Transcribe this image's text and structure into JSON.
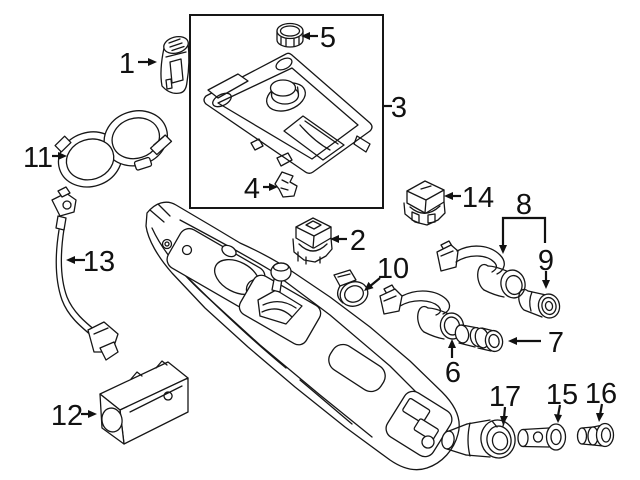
{
  "figure": {
    "kind": "exploded-parts-diagram",
    "background_color": "#ffffff",
    "line_color": "#161616"
  },
  "callouts": [
    {
      "label": "1"
    },
    {
      "label": "2"
    },
    {
      "label": "3"
    },
    {
      "label": "4"
    },
    {
      "label": "5"
    },
    {
      "label": "6"
    },
    {
      "label": "7"
    },
    {
      "label": "8"
    },
    {
      "label": "9"
    },
    {
      "label": "10"
    },
    {
      "label": "11"
    },
    {
      "label": "12"
    },
    {
      "label": "13"
    },
    {
      "label": "14"
    },
    {
      "label": "15"
    },
    {
      "label": "16"
    },
    {
      "label": "17"
    }
  ]
}
